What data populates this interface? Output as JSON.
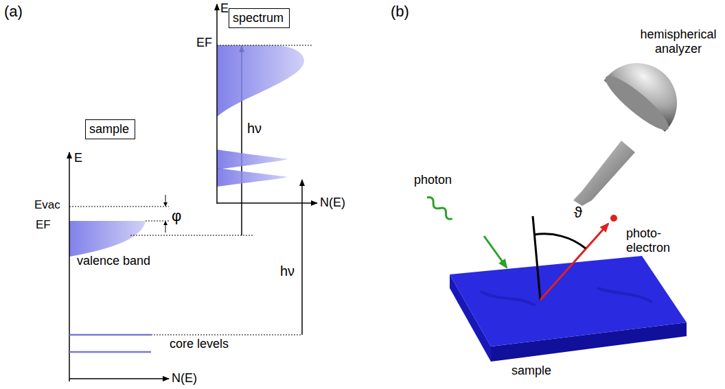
{
  "diagram": {
    "nodes": [
      {
        "text": [
          "spectrum"
        ]
      },
      {
        "text": [
          "sample"
        ]
      }
    ],
    "labels": [
      "(a)",
      "(b)",
      "E",
      "EF",
      "hν",
      "N(E)",
      "E",
      "Evac",
      "φ",
      "EF",
      "valence band",
      "hν",
      "core levels",
      "N(E)",
      "hemispherical analyzer",
      "ϑ",
      "photon",
      "photo- electron",
      "sample"
    ]
  }
}
